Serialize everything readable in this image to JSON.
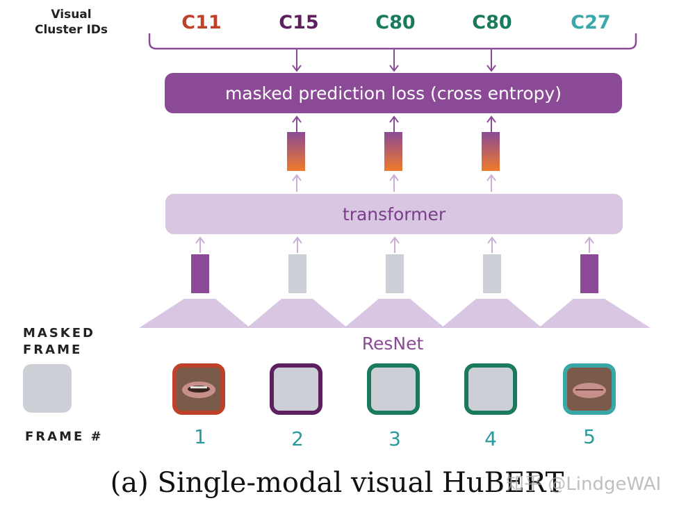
{
  "legend": {
    "cluster_title": "Visual\nCluster IDs",
    "masked_title": "MASKED\nFRAME",
    "frame_title": "FRAME #"
  },
  "cluster_ids": [
    {
      "text": "C11",
      "color": "#c0412a"
    },
    {
      "text": "C15",
      "color": "#5e1f5e"
    },
    {
      "text": "C80",
      "color": "#1a7a5e"
    },
    {
      "text": "C80",
      "color": "#1a7a5e"
    },
    {
      "text": "C27",
      "color": "#3aa8a8"
    }
  ],
  "loss_label": "masked prediction loss (cross entropy)",
  "transformer_label": "transformer",
  "resnet_label": "ResNet",
  "frames": [
    {
      "number": "1",
      "masked": false,
      "border": "#c0412a"
    },
    {
      "number": "2",
      "masked": true,
      "border": "#5e1f5e"
    },
    {
      "number": "3",
      "masked": true,
      "border": "#1a7a5e"
    },
    {
      "number": "4",
      "masked": true,
      "border": "#1a7a5e"
    },
    {
      "number": "5",
      "masked": false,
      "border": "#3aa8a8"
    }
  ],
  "caption": "(a) Single-modal visual HuBERT",
  "watermark": "知乎 @LindgeWAI",
  "colors": {
    "purple_dark": "#8a4a96",
    "purple_light": "#d8c6e2",
    "masked_gray": "#ccd0d6",
    "frame_number": "#2a9a9a",
    "orange": "#f07a2a"
  }
}
